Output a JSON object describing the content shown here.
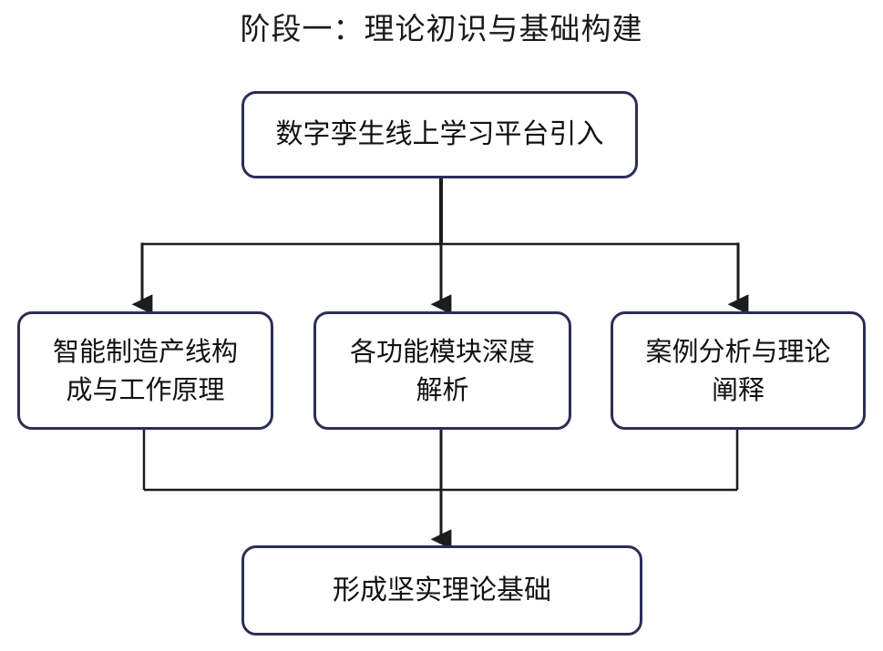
{
  "diagram": {
    "type": "flowchart",
    "title": "阶段一：理论初识与基础构建",
    "orientation": "top-down",
    "theme": {
      "border_color": "#2b2f55",
      "connector_color": "#1c1c1c",
      "background_color": "#ffffff",
      "text_color": "#111111"
    },
    "nodes": {
      "top": {
        "id": "node-top",
        "label": "数字孪生线上学习平台引入",
        "shape": "rounded-rectangle"
      },
      "branch_left": {
        "id": "node-left",
        "label": "智能制造产线构\n成与工作原理",
        "shape": "rounded-rectangle"
      },
      "branch_middle": {
        "id": "node-middle",
        "label": "各功能模块深度\n解析",
        "shape": "rounded-rectangle"
      },
      "branch_right": {
        "id": "node-right",
        "label": "案例分析与理论\n阐释",
        "shape": "rounded-rectangle"
      },
      "bottom": {
        "id": "node-bottom",
        "label": "形成坚实理论基础",
        "shape": "rounded-rectangle"
      }
    },
    "edges": [
      {
        "from": "top",
        "to": "branch_left",
        "style": "orthogonal",
        "arrow": "end"
      },
      {
        "from": "top",
        "to": "branch_middle",
        "style": "straight",
        "arrow": "end"
      },
      {
        "from": "top",
        "to": "branch_right",
        "style": "orthogonal",
        "arrow": "end"
      },
      {
        "from": "branch_left",
        "to": "bottom",
        "style": "orthogonal",
        "arrow": "none"
      },
      {
        "from": "branch_middle",
        "to": "bottom",
        "style": "straight",
        "arrow": "end"
      },
      {
        "from": "branch_right",
        "to": "bottom",
        "style": "orthogonal",
        "arrow": "none"
      }
    ]
  }
}
